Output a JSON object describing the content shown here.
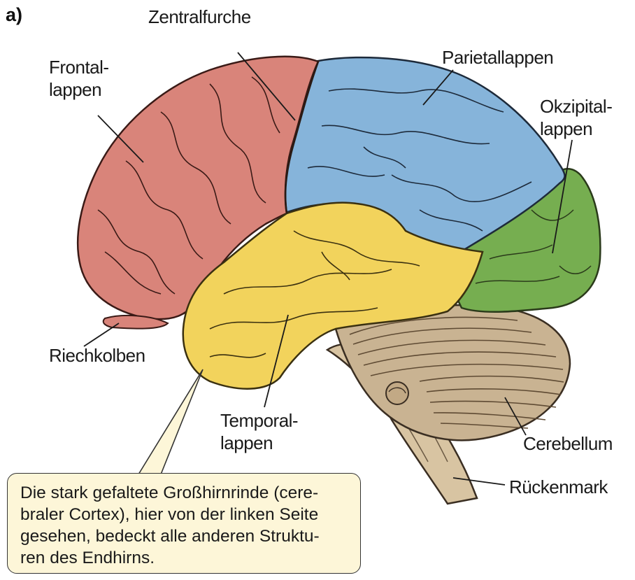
{
  "panel_letter": "a)",
  "labels": {
    "zentralfurche": [
      "Zentralfurche"
    ],
    "frontallappen": [
      "Frontal-",
      "lappen"
    ],
    "parietallappen": [
      "Parietallappen"
    ],
    "okzipitallappen": [
      "Okzipital-",
      "lappen"
    ],
    "riechkolben": [
      "Riechkolben"
    ],
    "temporallappen": [
      "Temporal-",
      "lappen"
    ],
    "cerebellum": [
      "Cerebellum"
    ],
    "rueckenmark": [
      "Rückenmark"
    ]
  },
  "caption_lines": [
    "Die stark gefaltete Großhirnrinde (cere-",
    "braler Cortex), hier von der linken Seite",
    "gesehen, bedeckt alle anderen Struktu-",
    "ren des Endhirns."
  ],
  "colors": {
    "frontal": "#d9847a",
    "parietal": "#86b4da",
    "occipital": "#76ae50",
    "temporal": "#f2d35c",
    "cerebellum": "#c9b392",
    "brainstem": "#d8c4a2",
    "caption_bg": "#fdf6d8"
  }
}
